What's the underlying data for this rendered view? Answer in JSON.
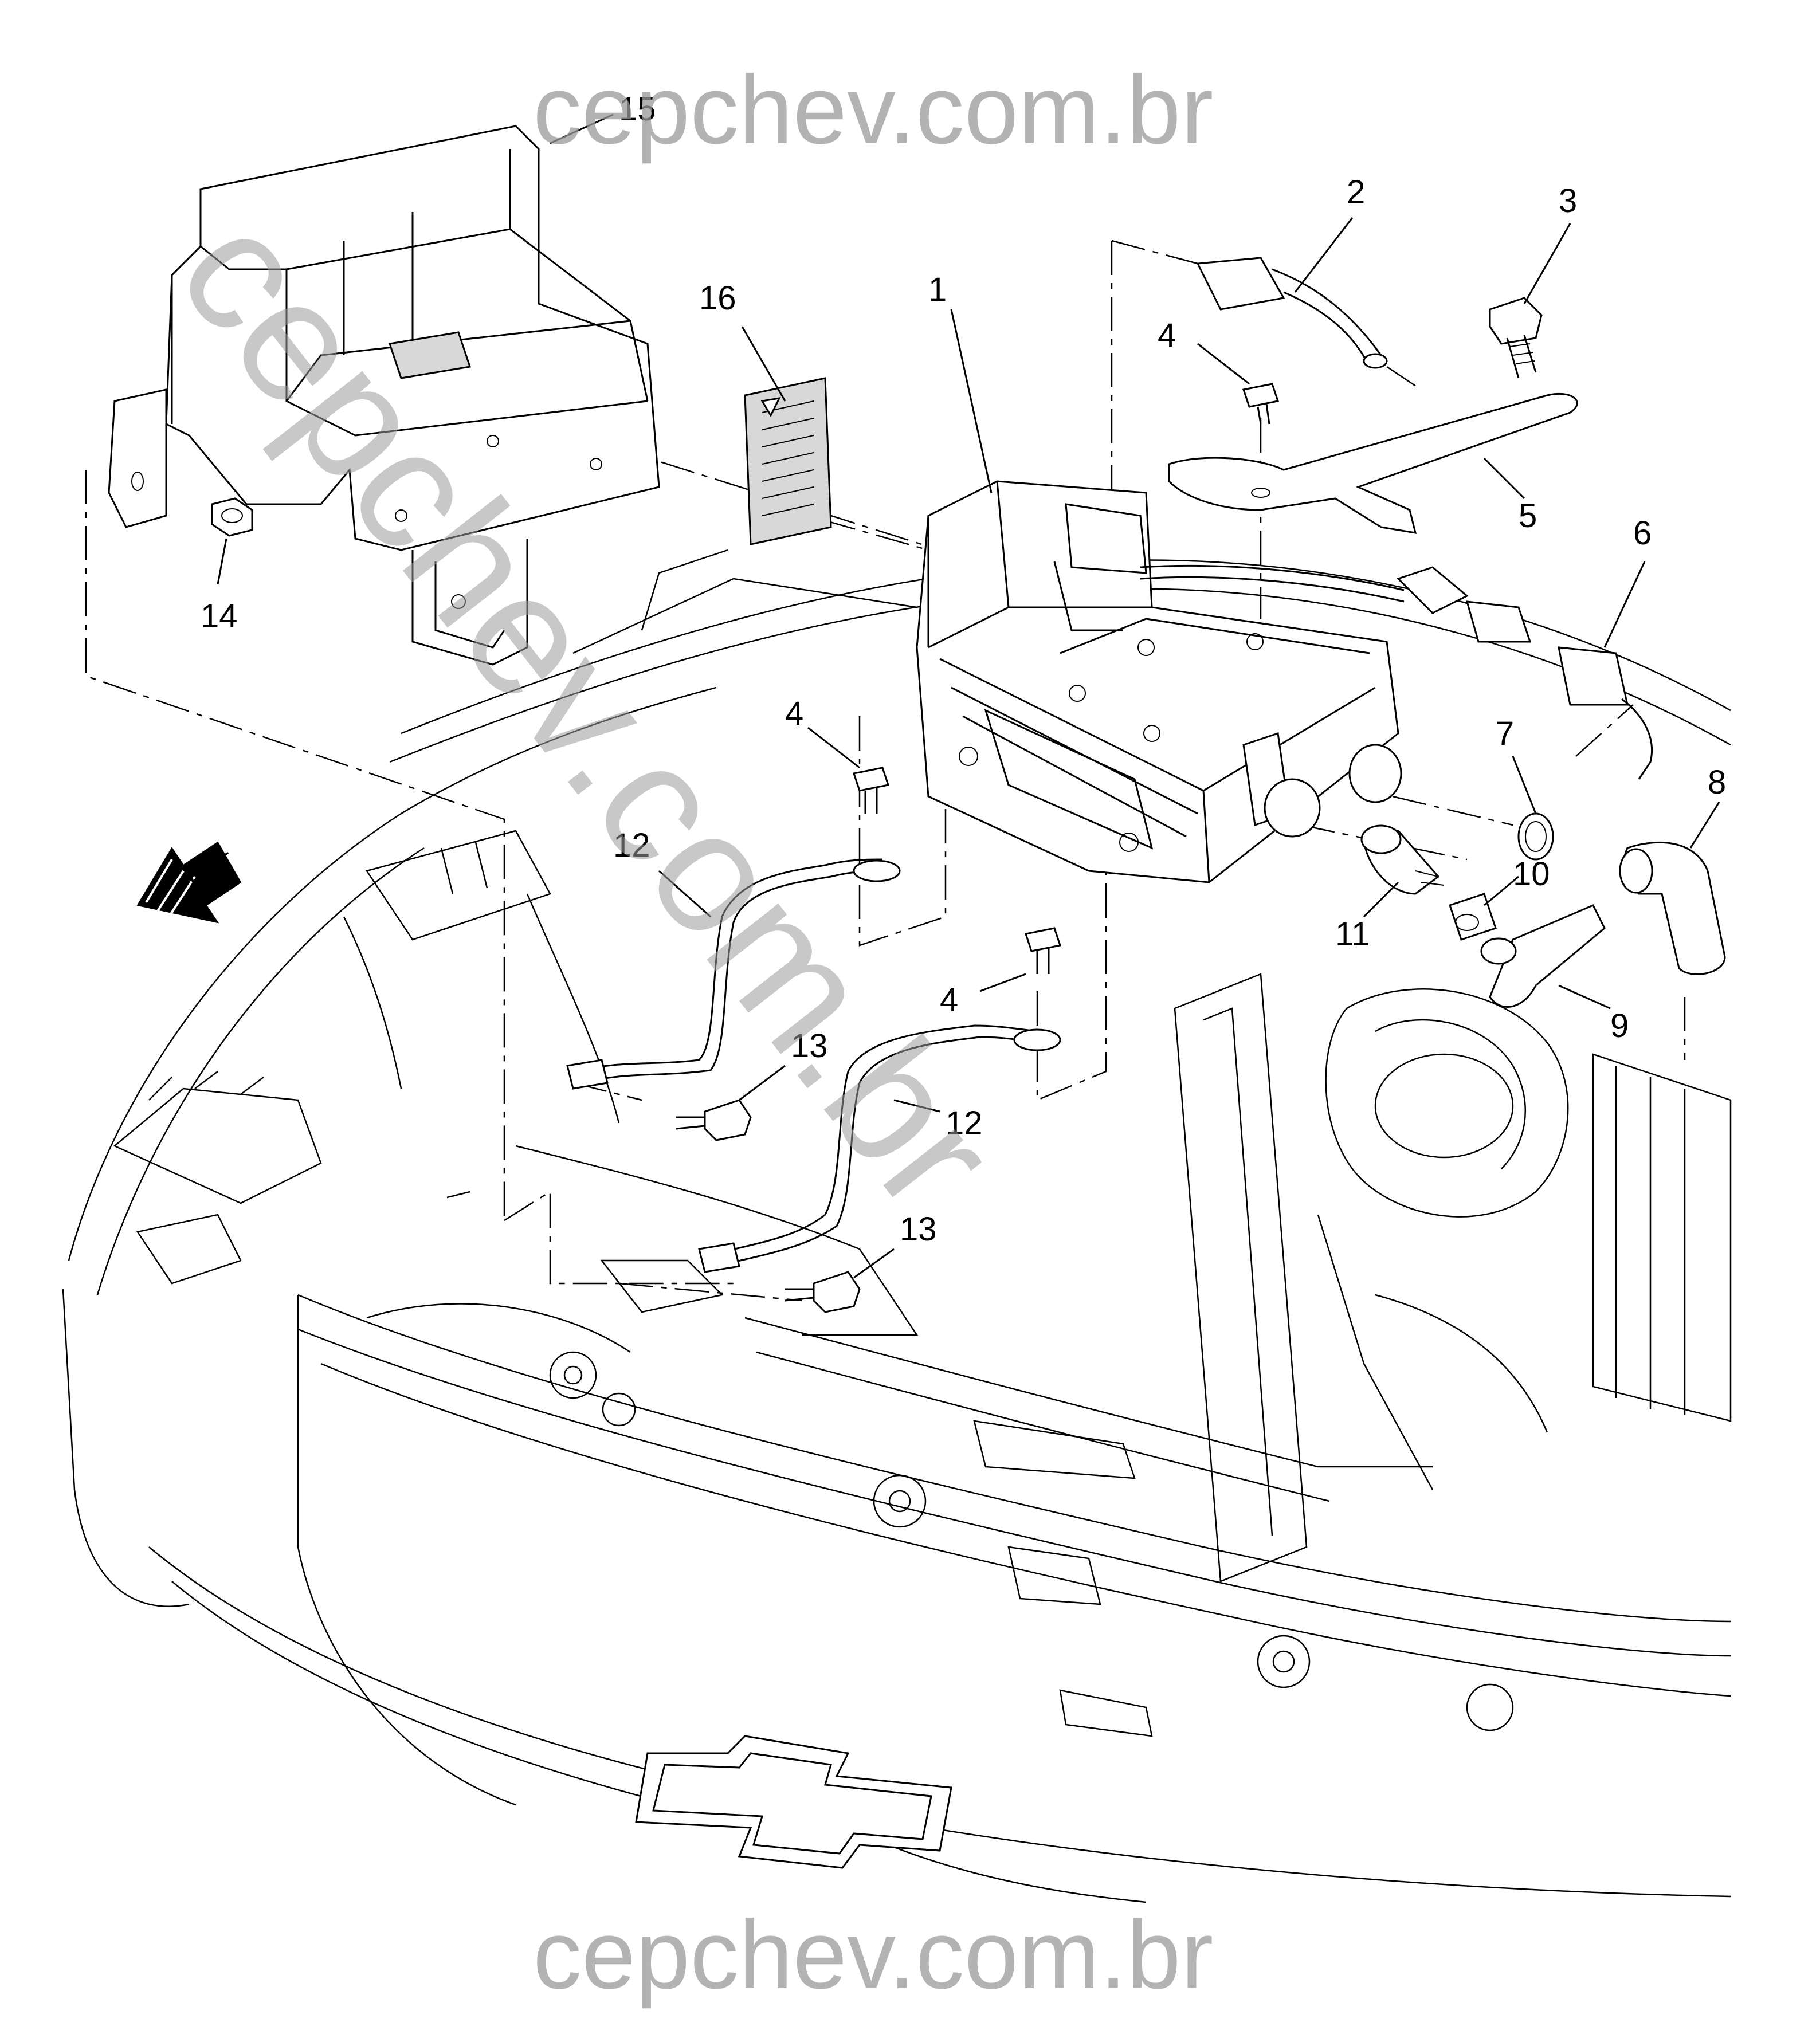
{
  "watermark": {
    "top_text": "cepchev.com.br",
    "bottom_text": "cepchev.com.br",
    "diagonal_text": "cepchev.com.br"
  },
  "orientation_label": "FRT",
  "callouts": [
    {
      "id": "c1",
      "label": "1"
    },
    {
      "id": "c2",
      "label": "2"
    },
    {
      "id": "c3",
      "label": "3"
    },
    {
      "id": "c4a",
      "label": "4"
    },
    {
      "id": "c4b",
      "label": "4"
    },
    {
      "id": "c4c",
      "label": "4"
    },
    {
      "id": "c5",
      "label": "5"
    },
    {
      "id": "c6",
      "label": "6"
    },
    {
      "id": "c7",
      "label": "7"
    },
    {
      "id": "c8",
      "label": "8"
    },
    {
      "id": "c9",
      "label": "9"
    },
    {
      "id": "c10",
      "label": "10"
    },
    {
      "id": "c11",
      "label": "11"
    },
    {
      "id": "c12a",
      "label": "12"
    },
    {
      "id": "c12b",
      "label": "12"
    },
    {
      "id": "c13a",
      "label": "13"
    },
    {
      "id": "c13b",
      "label": "13"
    },
    {
      "id": "c14",
      "label": "14"
    },
    {
      "id": "c15",
      "label": "15"
    },
    {
      "id": "c16",
      "label": "16"
    }
  ]
}
